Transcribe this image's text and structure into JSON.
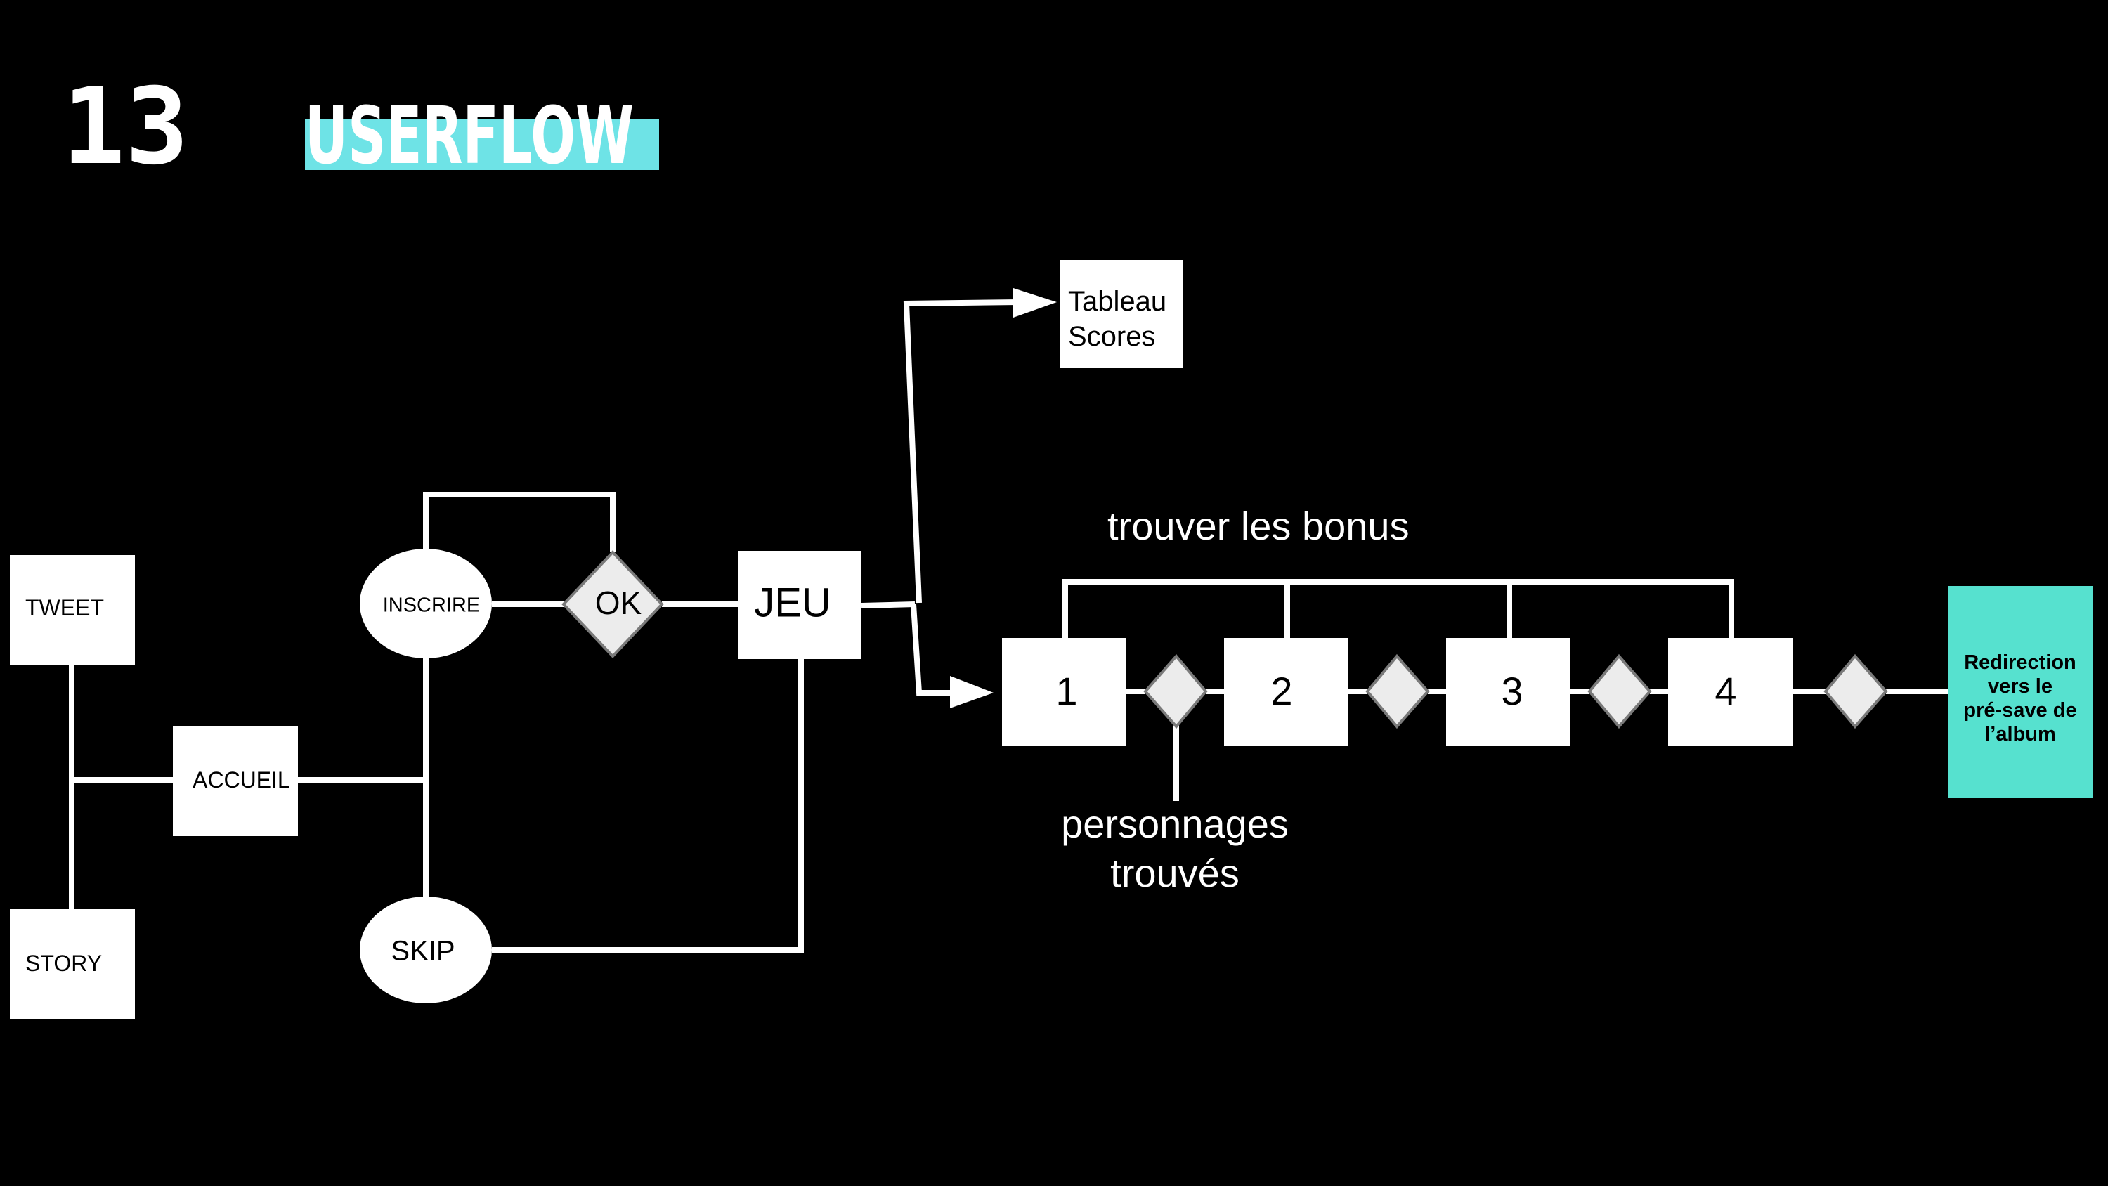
{
  "slide": {
    "number": "13",
    "title": "USERFLOW",
    "accent_color": "#6ee3e6",
    "highlight_color": "#56e1cf"
  },
  "nodes": {
    "tweet": "TWEET",
    "story": "STORY",
    "accueil": "ACCUEIL",
    "inscrire": "INSCRIRE",
    "ok": "OK",
    "skip": "SKIP",
    "jeu": "JEU",
    "tableau_line1": "Tableau",
    "tableau_line2": "Scores",
    "level1": "1",
    "level2": "2",
    "level3": "3",
    "level4": "4",
    "redirection_line1": "Redirection",
    "redirection_line2": "vers le",
    "redirection_line3": "pré-save de",
    "redirection_line4": "l’album"
  },
  "annotations": {
    "bonus": "trouver les bonus",
    "found_line1": "personnages",
    "found_line2": "trouvés"
  }
}
